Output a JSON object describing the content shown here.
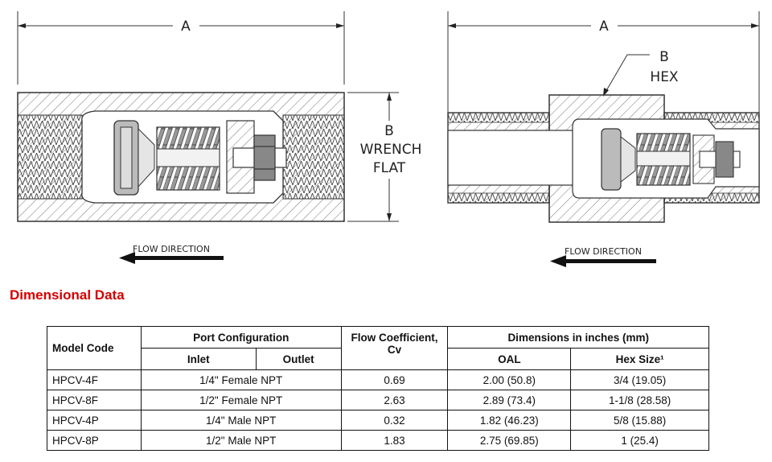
{
  "drawings": {
    "left": {
      "dim_a": "A",
      "dim_b": "B",
      "wrench": "WRENCH",
      "flat": "FLAT",
      "flow": "FLOW DIRECTION"
    },
    "right": {
      "dim_a": "A",
      "dim_b": "B",
      "hex": "HEX",
      "flow": "FLOW DIRECTION"
    }
  },
  "section_title": "Dimensional Data",
  "table": {
    "headers": {
      "model_code": "Model Code",
      "port_configuration": "Port Configuration",
      "inlet": "Inlet",
      "outlet": "Outlet",
      "flow_coefficient": "Flow Coefficient,",
      "flow_coefficient_sub": "Cv",
      "dimensions": "Dimensions in inches (mm)",
      "oal": "OAL",
      "hex_size": "Hex Size¹"
    },
    "rows": [
      {
        "model": "HPCV-4F",
        "port": "1/4\" Female NPT",
        "cv": "0.69",
        "oal": "2.00 (50.8)",
        "hex": "3/4 (19.05)"
      },
      {
        "model": "HPCV-8F",
        "port": "1/2\" Female NPT",
        "cv": "2.63",
        "oal": "2.89 (73.4)",
        "hex": "1-1/8 (28.58)"
      },
      {
        "model": "HPCV-4P",
        "port": "1/4\" Male NPT",
        "cv": "0.32",
        "oal": "1.82 (46.23)",
        "hex": "5/8 (15.88)"
      },
      {
        "model": "HPCV-8P",
        "port": "1/2\" Male NPT",
        "cv": "1.83",
        "oal": "2.75 (69.85)",
        "hex": "1 (25.4)"
      }
    ]
  }
}
